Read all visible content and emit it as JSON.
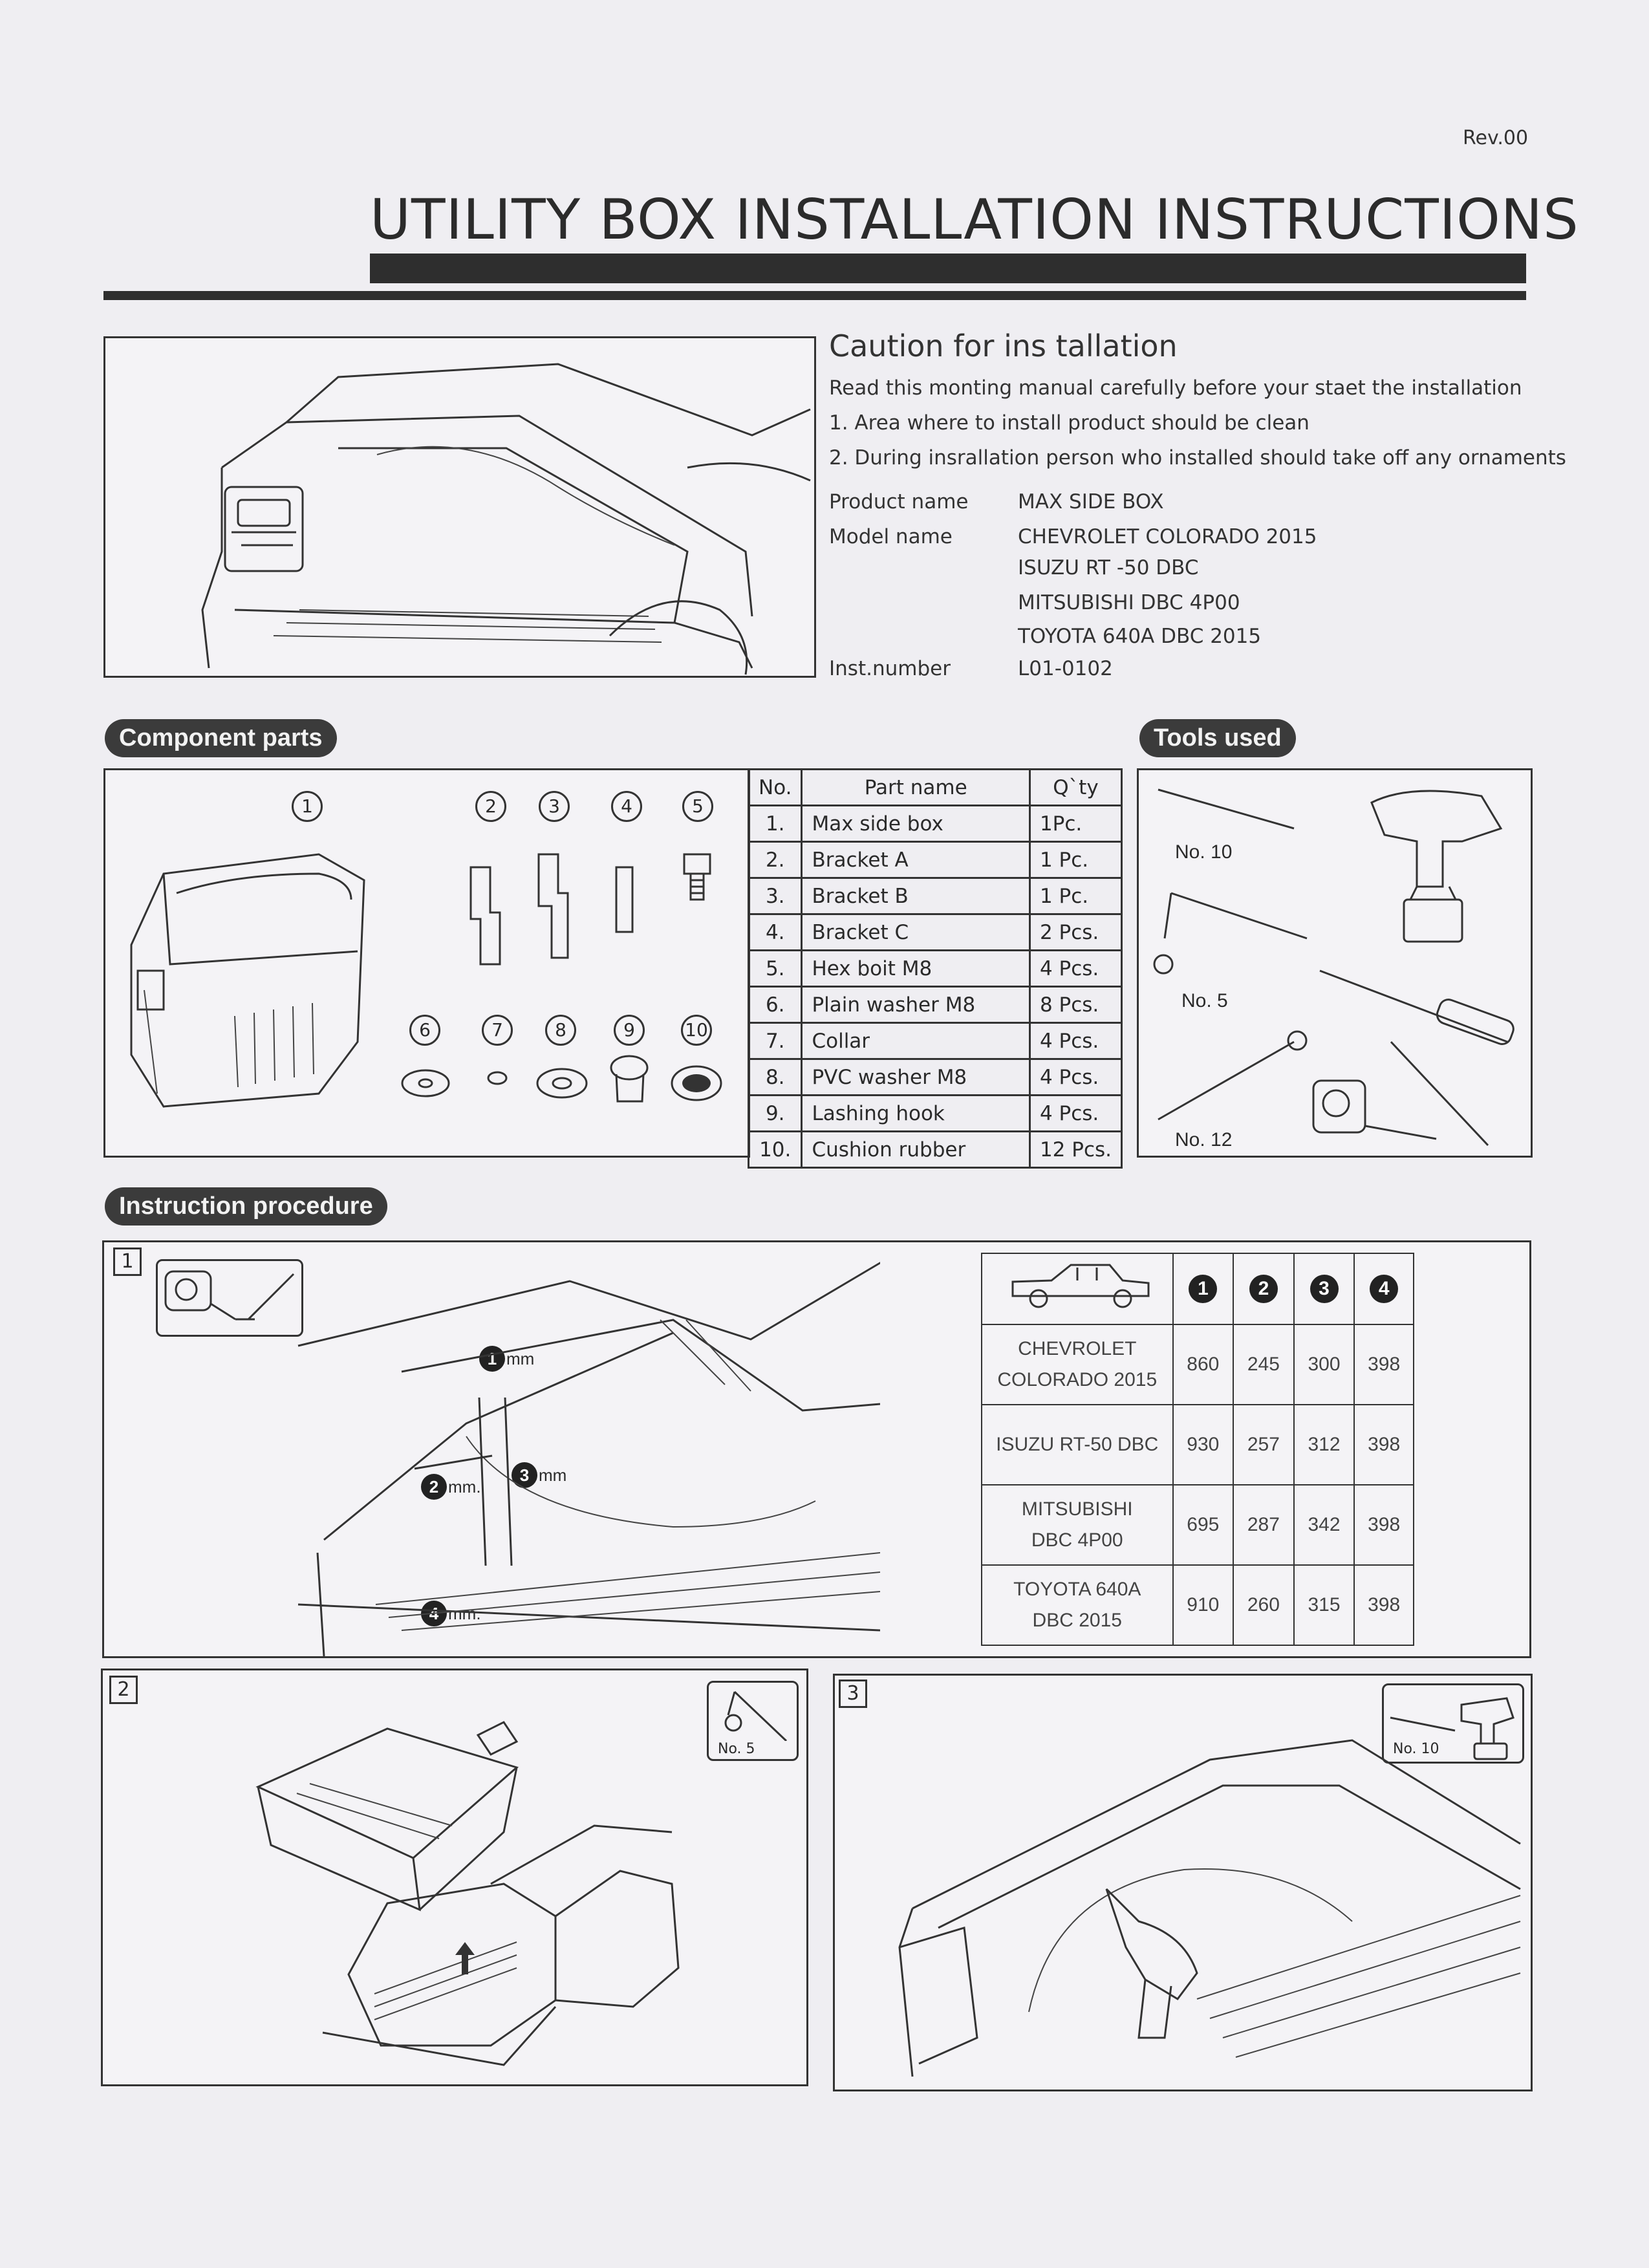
{
  "header": {
    "rev": "Rev.00",
    "title": "UTILITY BOX INSTALLATION INSTRUCTIONS"
  },
  "caution": {
    "title": "Caution  for ins tallation",
    "lines": [
      "Read this monting manual carefully before your staet the installation",
      "1. Area where to install product should be clean",
      "2. During insrallation person who installed should take off any ornaments"
    ],
    "product_name_label": "Product name",
    "product_name": "MAX SIDE BOX",
    "model_name_label": "Model name",
    "models": [
      "CHEVROLET COLORADO 2015",
      "ISUZU RT -50 DBC",
      "MITSUBISHI DBC 4P00",
      "TOYOTA 640A DBC 2015"
    ],
    "inst_number_label": "Inst.number",
    "inst_number": "L01-0102"
  },
  "sections": {
    "component_parts": "Component parts",
    "tools_used": "Tools used",
    "instruction_procedure": "Instruction procedure"
  },
  "parts_table": {
    "headers": [
      "No.",
      "Part name",
      "Q`ty"
    ],
    "rows": [
      [
        "1.",
        "Max side box",
        "1Pc."
      ],
      [
        "2.",
        "Bracket A",
        "1 Pc."
      ],
      [
        "3.",
        "Bracket B",
        "1 Pc."
      ],
      [
        "4.",
        "Bracket C",
        "2 Pcs."
      ],
      [
        "5.",
        "Hex boit M8",
        "4 Pcs."
      ],
      [
        "6.",
        "Plain washer M8",
        "8 Pcs."
      ],
      [
        "7.",
        "Collar",
        "4 Pcs."
      ],
      [
        "8.",
        "PVC washer M8",
        "4 Pcs."
      ],
      [
        "9.",
        "Lashing hook",
        "4 Pcs."
      ],
      [
        "10.",
        "Cushion rubber",
        "12 Pcs."
      ]
    ]
  },
  "part_numbers": [
    "1",
    "2",
    "3",
    "4",
    "5",
    "6",
    "7",
    "8",
    "9",
    "10"
  ],
  "tools": {
    "no10": "No. 10",
    "no5": "No. 5",
    "no12": "No. 12"
  },
  "step_numbers": [
    "1",
    "2",
    "3"
  ],
  "measure_labels": {
    "m1": "1",
    "m1_unit": "mm",
    "m2": "2",
    "m2_unit": "mm.",
    "m3": "3",
    "m3_unit": "mm",
    "m4": "4",
    "m4_unit": "mm."
  },
  "dims_table": {
    "headers": [
      "1",
      "2",
      "3",
      "4"
    ],
    "rows": [
      {
        "model_l1": "CHEVROLET",
        "model_l2": "COLORADO 2015",
        "v": [
          "860",
          "245",
          "300",
          "398"
        ]
      },
      {
        "model_l1": "ISUZU RT-50 DBC",
        "model_l2": "",
        "v": [
          "930",
          "257",
          "312",
          "398"
        ]
      },
      {
        "model_l1": "MITSUBISHI",
        "model_l2": "DBC 4P00",
        "v": [
          "695",
          "287",
          "342",
          "398"
        ]
      },
      {
        "model_l1": "TOYOTA 640A",
        "model_l2": "DBC 2015",
        "v": [
          "910",
          "260",
          "315",
          "398"
        ]
      }
    ]
  },
  "step2_tool": "No. 5",
  "step3_tool": "No. 10"
}
